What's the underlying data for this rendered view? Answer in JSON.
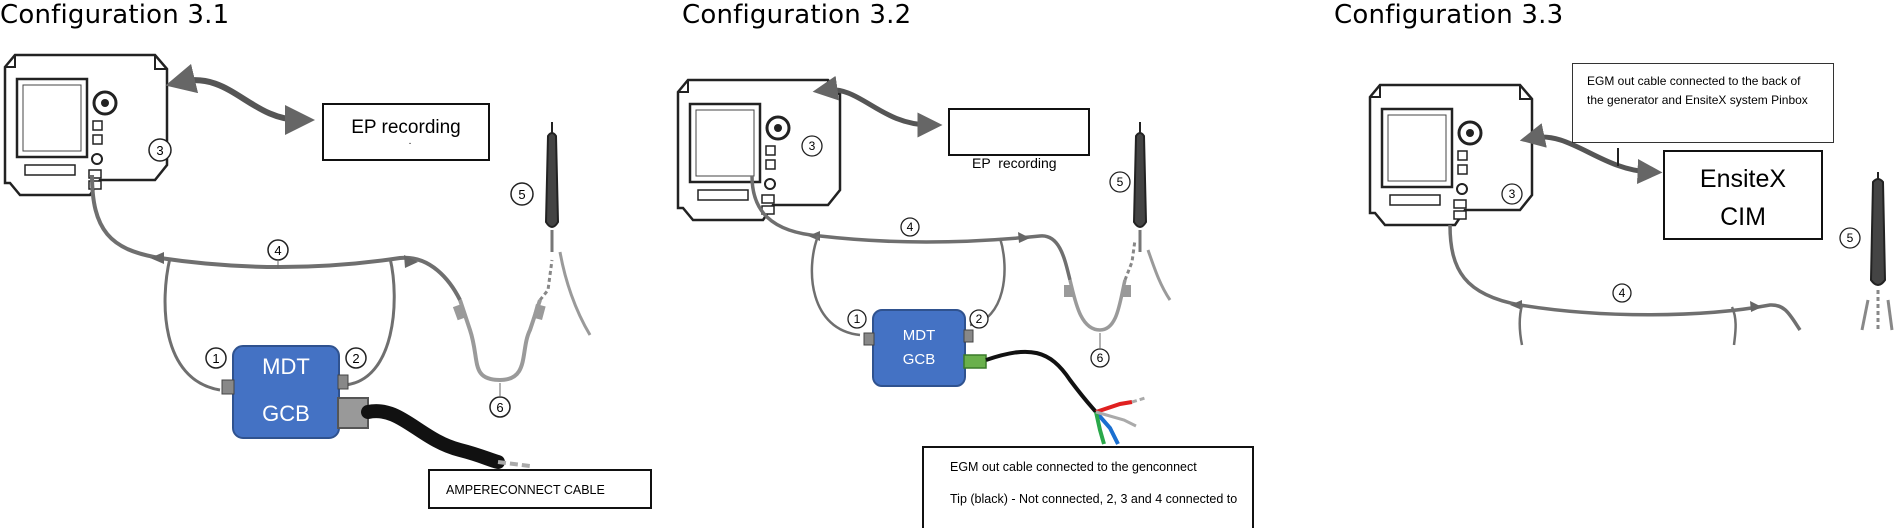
{
  "panels": [
    {
      "title": "Configuration 3.1",
      "box_label": "EP recording",
      "box_dot": ".",
      "gcb_line1": "MDT",
      "gcb_line2": "GCB",
      "cable_label": "AMPERECONNECT CABLE",
      "numbers": [
        "1",
        "2",
        "3",
        "4",
        "5",
        "6"
      ]
    },
    {
      "title": "Configuration 3.2",
      "box_label": "EP  recording",
      "gcb_line1": "MDT",
      "gcb_line2": "GCB",
      "egm_line1": "EGM out cable connected to the genconnect",
      "egm_line2": "Tip (black) - Not connected, 2, 3 and 4 connected to",
      "numbers": [
        "1",
        "2",
        "3",
        "4",
        "5",
        "6"
      ]
    },
    {
      "title": "Configuration 3.3",
      "note_line1": "EGM out cable connected to the back of",
      "note_line2": "the generator and EnsiteX system Pinbox",
      "ensite_line1": "EnsiteX",
      "ensite_line2": "CIM",
      "numbers": [
        "3",
        "4",
        "5"
      ]
    }
  ],
  "colors": {
    "gcb_fill": "#4472c4",
    "cable_grey": "#6f6f6f",
    "cable_light": "#9a9a9a",
    "egm_red": "#e02020",
    "egm_blue": "#1a6fd0",
    "egm_green": "#2aa84a"
  }
}
